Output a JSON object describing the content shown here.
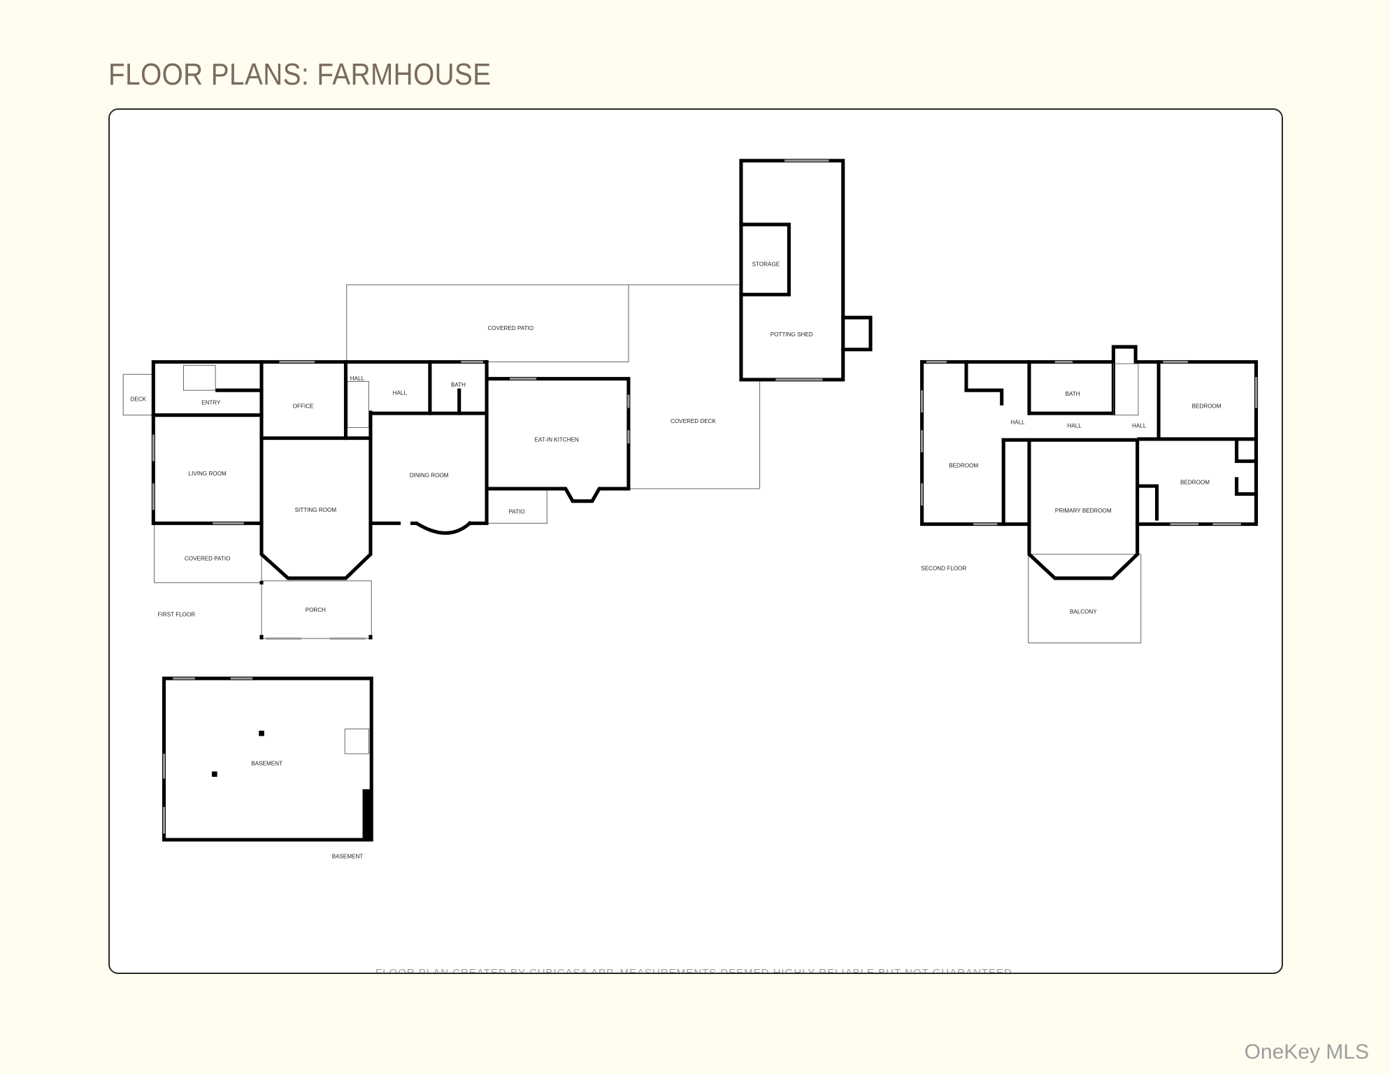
{
  "page": {
    "title": "FLOOR PLANS: FARMHOUSE",
    "watermark": "OneKey MLS"
  },
  "plan": {
    "disclaimer": "FLOOR PLAN CREATED BY CUBICASA APP. MEASUREMENTS DEEMED HIGHLY RELIABLE BUT NOT GUARANTEED.",
    "first_floor": {
      "label": "FIRST FLOOR",
      "rooms": {
        "deck": "DECK",
        "entry": "ENTRY",
        "office": "OFFICE",
        "hall1": "HALL",
        "hall2": "HALL",
        "bath": "BATH",
        "living": "LIVING ROOM",
        "sitting": "SITTING ROOM",
        "dining": "DINING ROOM",
        "kitchen": "EAT-IN KITCHEN",
        "patio": "PATIO",
        "covered_patio_left": "COVERED PATIO",
        "porch": "PORCH",
        "covered_patio_top": "COVERED PATIO",
        "covered_deck": "COVERED DECK",
        "storage": "STORAGE",
        "potting_shed": "POTTING SHED"
      }
    },
    "basement": {
      "label": "BASEMENT",
      "rooms": {
        "basement": "BASEMENT"
      }
    },
    "second_floor": {
      "label": "SECOND FLOOR",
      "rooms": {
        "bedroom_left": "BEDROOM",
        "bath": "BATH",
        "hall1": "HALL",
        "hall2": "HALL",
        "hall3": "HALL",
        "bedroom_top_right": "BEDROOM",
        "bedroom_right": "BEDROOM",
        "primary": "PRIMARY BEDROOM",
        "balcony": "BALCONY"
      }
    }
  },
  "colors": {
    "background": "#fffdf0",
    "title": "#7a6b5c",
    "walls": "#000000"
  }
}
